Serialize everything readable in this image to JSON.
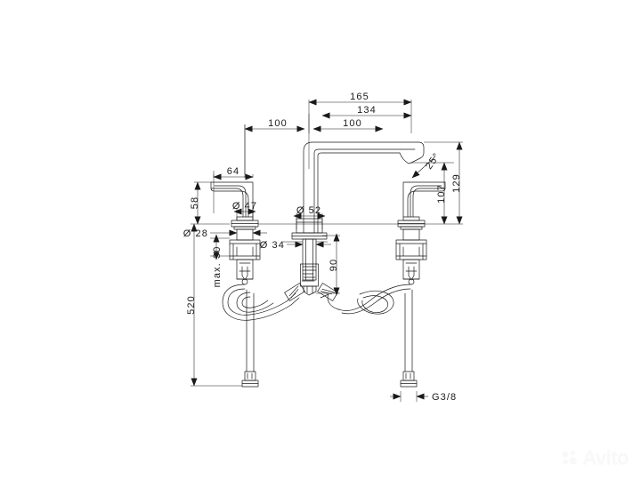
{
  "drawing": {
    "type": "technical-dimension-drawing",
    "subject": "3-hole basin mixer faucet with connection hoses",
    "background_color": "#ffffff",
    "line_color": "#1a1a1a"
  },
  "dimensions": {
    "overall_width": "165",
    "spout_to_right_handle": "134",
    "left_handle_spacing": "100",
    "right_handle_spacing": "100",
    "handle_base_offset": "64",
    "handle_height": "58",
    "handle_cap_diameter": "Ø 47",
    "handle_shank_diameter": "Ø 28",
    "spout_base_diameter": "Ø 52",
    "spout_shank_diameter": "Ø 34",
    "spout_projection_depth": "90",
    "spout_height": "107",
    "overall_height": "129",
    "spout_tip_angle": "25°",
    "max_deck_thickness": "max. 30",
    "hose_length": "520",
    "thread_size": "G3/8"
  },
  "watermark": {
    "label": "Avito"
  }
}
